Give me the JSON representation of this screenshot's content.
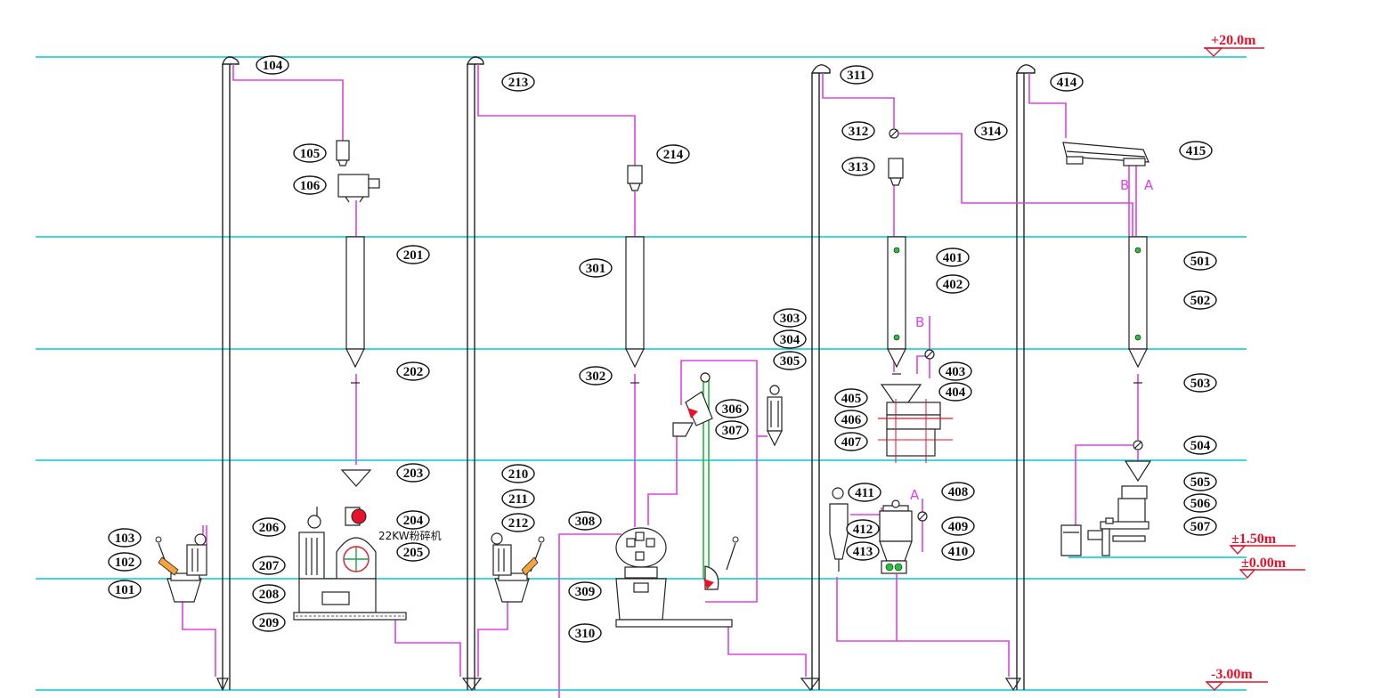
{
  "levels": [
    {
      "label": "+20.0m"
    },
    {
      "label": "±1.50m"
    },
    {
      "label": "±0.00m"
    },
    {
      "label": "-3.00m"
    }
  ],
  "callouts": [
    "101",
    "102",
    "103",
    "104",
    "105",
    "106",
    "201",
    "202",
    "203",
    "204",
    "205",
    "206",
    "207",
    "208",
    "209",
    "210",
    "211",
    "212",
    "213",
    "214",
    "301",
    "302",
    "303",
    "304",
    "305",
    "306",
    "307",
    "308",
    "309",
    "310",
    "311",
    "312",
    "313",
    "314",
    "401",
    "402",
    "403",
    "404",
    "405",
    "406",
    "407",
    "408",
    "409",
    "410",
    "411",
    "412",
    "413",
    "414",
    "415",
    "501",
    "502",
    "503",
    "504",
    "505",
    "506",
    "507"
  ],
  "annotations": {
    "crusher_note": "22KW粉碎机",
    "line_a": "A",
    "line_b": "B"
  },
  "colors": {
    "level_lines": "#41d7dc",
    "material_pipes": "#e040e6",
    "elevation_marks": "#e8132a",
    "green_line": "#22b83a"
  }
}
